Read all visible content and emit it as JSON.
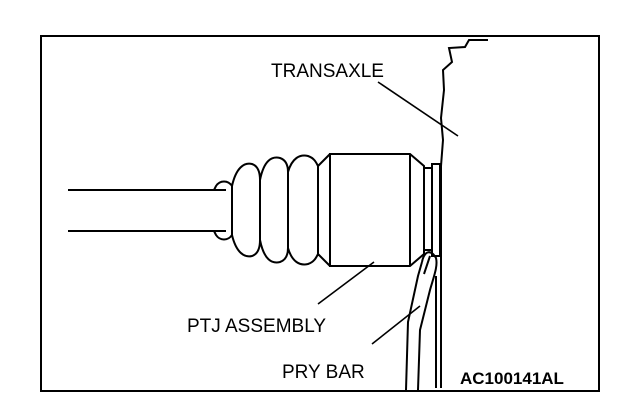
{
  "labels": {
    "transaxle": "TRANSAXLE",
    "ptj_assembly": "PTJ ASSEMBLY",
    "pry_bar": "PRY BAR"
  },
  "reference_code": "AC100141AL",
  "colors": {
    "line": "#000000",
    "background": "#ffffff"
  }
}
